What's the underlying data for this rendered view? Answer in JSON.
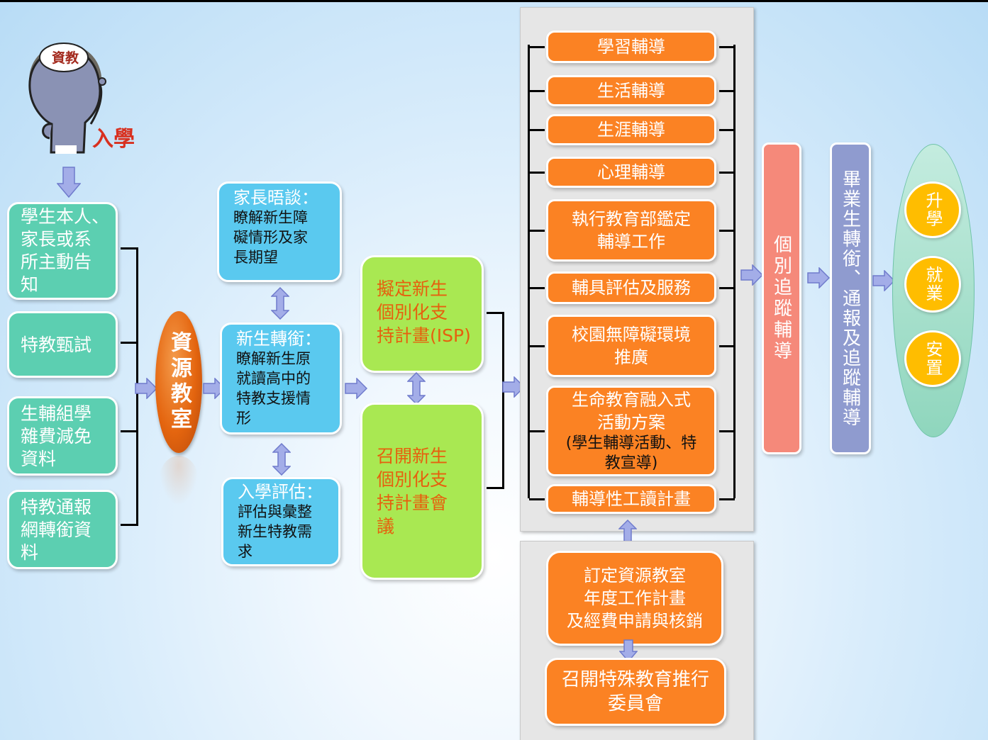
{
  "mascot": {
    "head_label": "資教",
    "caption": "入學"
  },
  "sources": [
    {
      "lines": [
        "學生本人、",
        "家長或系",
        "所主動告",
        "知"
      ]
    },
    {
      "lines": [
        "特教甄試"
      ]
    },
    {
      "lines": [
        "生輔組學",
        "雜費減免",
        "資料"
      ]
    },
    {
      "lines": [
        "特教通報",
        "網轉銜資",
        "料"
      ]
    }
  ],
  "resource_room": {
    "label": "資源教室"
  },
  "intake": {
    "parent_interview": {
      "heading": "家長晤談：",
      "lines": [
        "瞭解新生障",
        "礙情形及家",
        "長期望"
      ]
    },
    "transition": {
      "heading": "新生轉銜：",
      "lines": [
        "瞭解新生原",
        "就讀高中的",
        "特教支援情",
        "形"
      ]
    },
    "assessment": {
      "heading": "入學評估：",
      "lines": [
        "評估與彙整",
        "新生特教需",
        "求"
      ]
    }
  },
  "isp": {
    "draft": {
      "lines": [
        "擬定新生",
        "個別化支",
        "持計畫(ISP)"
      ]
    },
    "meeting": {
      "lines": [
        "召開新生",
        "個別化支",
        "持計畫會",
        "議"
      ]
    }
  },
  "services": [
    {
      "lines": [
        "學習輔導"
      ]
    },
    {
      "lines": [
        "生活輔導"
      ]
    },
    {
      "lines": [
        "生涯輔導"
      ]
    },
    {
      "lines": [
        "心理輔導"
      ]
    },
    {
      "lines": [
        "執行教育部鑑定",
        "輔導工作"
      ]
    },
    {
      "lines": [
        "輔具評估及服務"
      ]
    },
    {
      "lines": [
        "校園無障礙環境",
        "推廣"
      ]
    },
    {
      "lines": [
        "生命教育融入式",
        "活動方案"
      ],
      "sub_lines": [
        "(學生輔導活動、特",
        "教宣導)"
      ]
    },
    {
      "lines": [
        "輔導性工讀計畫"
      ]
    }
  ],
  "admin": [
    {
      "lines": [
        "訂定資源教室",
        "年度工作計畫",
        "及經費申請與核銷"
      ]
    },
    {
      "lines": [
        "召開特殊教育推行",
        "委員會"
      ]
    }
  ],
  "followup": {
    "label": "個別追蹤輔導"
  },
  "graduate": {
    "label": "畢業生轉銜、通報及追蹤輔導"
  },
  "outcomes": [
    {
      "label": "升學"
    },
    {
      "label": "就業"
    },
    {
      "label": "安置"
    }
  ],
  "colors": {
    "source_green": "#5ccfb1",
    "intake_blue": "#5ac9ef",
    "isp_lime": "#a9e852",
    "isp_text": "#e6600e",
    "service_orange": "#fb8223",
    "resource_oval": "#e4650f",
    "followup_salmon": "#f5897a",
    "graduate_purple": "#8f9bcf",
    "outcome_yellow": "#ffbd00",
    "outcome_ellipse": "#a6e2cd",
    "arrow_fill": "#a3ade8"
  }
}
